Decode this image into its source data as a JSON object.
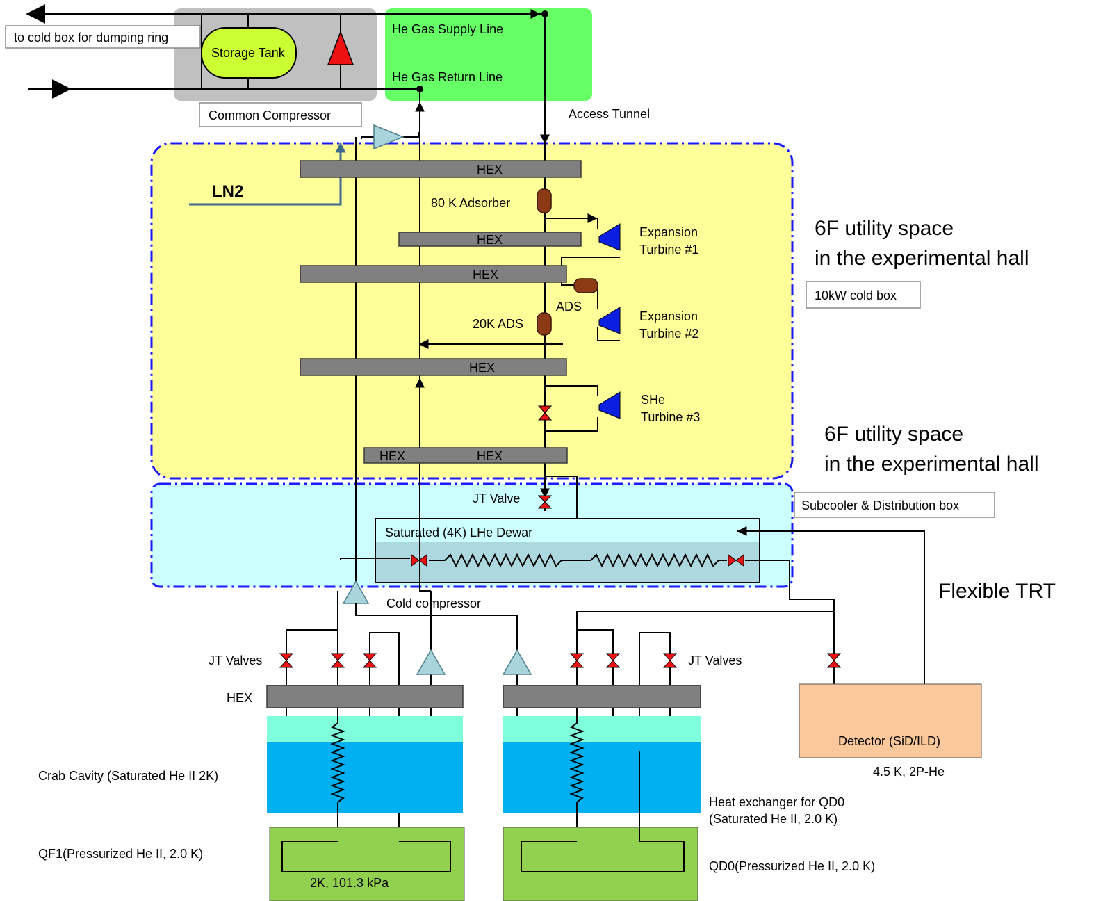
{
  "title": "",
  "labels": {
    "to_cold_box": "to cold box for dumping ring",
    "storage_tank": "Storage Tank",
    "common_compressor": "Common Compressor",
    "he_gas_supply": "He Gas Supply Line",
    "he_gas_return": "He Gas Return Line",
    "access_tunnel": "Access Tunnel",
    "ln2": "LN2",
    "hex": "HEX",
    "adsorber_80k": "80 K Adsorber",
    "ads": "ADS",
    "ads_20k": "20K ADS",
    "turbine1_line1": "Expansion",
    "turbine1_line2": "Turbine #1",
    "turbine2_line1": "Expansion",
    "turbine2_line2": "Turbine #2",
    "turbine3_line1": "SHe",
    "turbine3_line2": "Turbine #3",
    "utility1_line1": "6F utility space",
    "utility1_line2": "in the experimental hall",
    "cold_box_10kw": "10kW cold box",
    "utility2_line1": "6F utility space",
    "utility2_line2": "in the experimental hall",
    "jt_valve": "JT Valve",
    "subcooler_box": "Subcooler & Distribution box",
    "dewar": "Saturated (4K)  LHe Dewar",
    "flexible_trt": "Flexible TRT",
    "cold_compressor": "Cold compressor",
    "jt_valves_left": "JT Valves",
    "jt_valves_right": "JT Valves",
    "hex_left": "HEX",
    "crab_cavity": "Crab Cavity (Saturated He II 2K)",
    "qf1": "QF1(Pressurized He II, 2.0 K)",
    "qf1_condition": "2K, 101.3 kPa",
    "heat_exchanger_qd0_line1": "Heat exchanger for QD0",
    "heat_exchanger_qd0_line2": "(Saturated He II, 2.0 K)",
    "qd0": "QD0(Pressurized He II, 2.0 K)",
    "detector": "Detector (SiD/ILD)",
    "detector_condition": "4.5 K, 2P-He"
  },
  "colors": {
    "compressor_zone": "#c0c0c0",
    "gas_line_zone": "#66ff66",
    "cold_box_zone": "#ffff99",
    "subcooler_zone": "#ccffff",
    "zone_border": "#1a1aff",
    "hex_bar": "#808080",
    "valve": "#ee1111",
    "turbine": "#0a1fe0",
    "adsorber": "#8b3a14",
    "storage_tank": "#ccff33",
    "ln2_line": "#3d6a8f",
    "dewar_fill": "#add8e0",
    "cavity_top": "#80ffdd",
    "cavity_main": "#00b0f0",
    "magnet": "#92d050",
    "detector": "#fbc89b"
  }
}
